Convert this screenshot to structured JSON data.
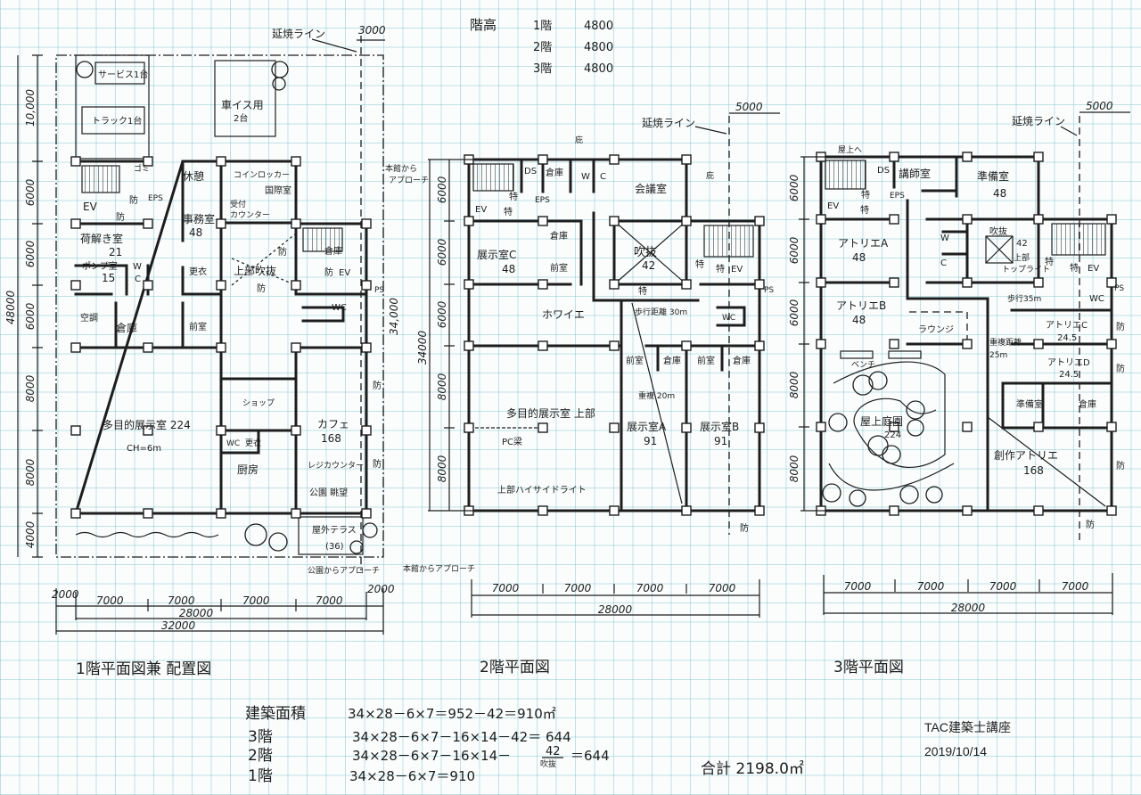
{
  "floor_heights": {
    "label": "階高",
    "rows": [
      {
        "floor": "1階",
        "height": "4800"
      },
      {
        "floor": "2階",
        "height": "4800"
      },
      {
        "floor": "3階",
        "height": "4800"
      }
    ]
  },
  "floor1": {
    "title": "1階平面図兼 配置図",
    "fire_line": "延焼ライン",
    "fire_line_dim": "3000",
    "rooms": [
      "サービス1台",
      "トラック1台",
      "車イス用",
      "2台",
      "休憩",
      "コインロッカー",
      "国際室",
      "本館から",
      "アプローチ",
      "ゴミ",
      "EPS",
      "EV",
      "防",
      "防",
      "事務室",
      "48",
      "受付",
      "カウンター",
      "荷解き室",
      "21",
      "ポンプ室",
      "15",
      "W",
      "C",
      "更衣",
      "上部吹抜",
      "防",
      "倉庫",
      "防",
      "EV",
      "防",
      "PS",
      "空調",
      "倉庫",
      "前室",
      "WC",
      "多目的展示室 224",
      "CH=6m",
      "ショップ",
      "WC",
      "更衣",
      "厨房",
      "カフェ",
      "168",
      "レジカウンター",
      "公園 眺望",
      "屋外テラス",
      "(36)",
      "本館からアプローチ",
      "公園からアプローチ",
      "防",
      "防"
    ],
    "dims_left": [
      "10,000",
      "6000",
      "6000",
      "6000",
      "8000",
      "8000",
      "4000"
    ],
    "dim_total": "48000",
    "dim_building": "34,000",
    "dims_bottom": [
      "2000",
      "7000",
      "7000",
      "7000",
      "7000",
      "2000"
    ],
    "dim_width": "28000",
    "dim_site_width": "32000"
  },
  "floor2": {
    "title": "2階平面図",
    "fire_line": "延焼ライン",
    "fire_line_dim": "5000",
    "rooms": [
      "庇",
      "庇",
      "DS",
      "倉庫",
      "W",
      "C",
      "会議室",
      "EV",
      "特",
      "特",
      "EPS",
      "倉庫",
      "展示室C",
      "48",
      "前室",
      "吹抜",
      "42",
      "特",
      "特",
      "EV",
      "PS",
      "特",
      "ホワイエ",
      "歩行距離 30m",
      "WC",
      "前室",
      "倉庫",
      "前室",
      "倉庫",
      "重複 20m",
      "多目的展示室 上部",
      "PC梁",
      "展示室A",
      "91",
      "展示室B",
      "91",
      "上部ハイサイドライト",
      "防"
    ],
    "dims_left": [
      "6000",
      "6000",
      "6000",
      "8000",
      "8000"
    ],
    "dim_total": "34000",
    "dims_bottom": [
      "7000",
      "7000",
      "7000",
      "7000"
    ],
    "dim_width": "28000"
  },
  "floor3": {
    "title": "3階平面図",
    "fire_line": "延焼ライン",
    "fire_line_dim": "5000",
    "rooms": [
      "屋上へ",
      "DS",
      "講師室",
      "準備室",
      "48",
      "EV",
      "特",
      "EPS",
      "特",
      "アトリエA",
      "48",
      "W",
      "C",
      "吹抜",
      "42",
      "上部",
      "トップライト",
      "特",
      "特",
      "EV",
      "PS",
      "歩行35m",
      "WC",
      "アトリエB",
      "48",
      "ラウンジ",
      "アトリエC",
      "24.5",
      "重複距離",
      "25m",
      "防",
      "アトリエD",
      "24.5",
      "防",
      "ベンチ",
      "屋上庭園",
      "224",
      "準備室",
      "倉庫",
      "創作アトリエ",
      "168",
      "防",
      "防"
    ],
    "dims_left": [
      "6000",
      "6000",
      "6000",
      "8000",
      "8000"
    ],
    "dims_bottom": [
      "7000",
      "7000",
      "7000",
      "7000"
    ],
    "dim_width": "28000"
  },
  "area_calc": {
    "rows": [
      {
        "label": "建築面積",
        "formula": "34×28－6×7＝952－42＝910㎡"
      },
      {
        "label": "3階",
        "formula": "34×28－6×7－16×14－42＝ 644"
      },
      {
        "label": "2階",
        "formula": "34×28－6×7－16×14－",
        "struck": "42",
        "note": "吹抜",
        "result": "＝644"
      },
      {
        "label": "1階",
        "formula": "34×28－6×7＝910"
      }
    ],
    "total": "合計 2198.0㎡"
  },
  "credit": {
    "org": "TAC建築士講座",
    "date": "2019/10/14"
  }
}
